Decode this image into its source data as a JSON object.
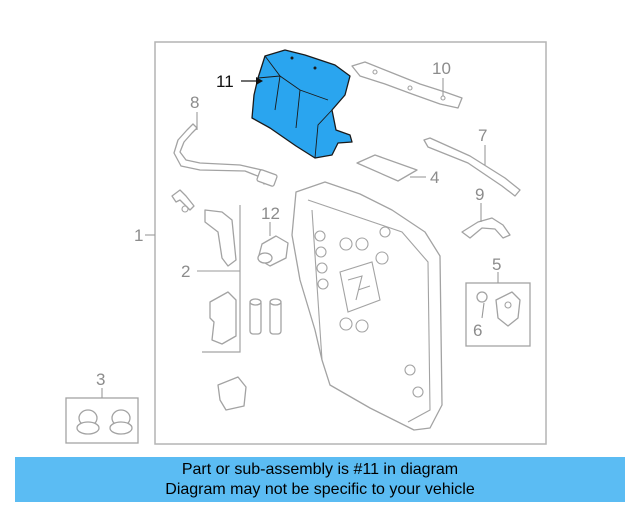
{
  "diagram": {
    "callouts": {
      "c1": "1",
      "c2": "2",
      "c3": "3",
      "c4": "4",
      "c5": "5",
      "c6": "6",
      "c7": "7",
      "c8": "8",
      "c9": "9",
      "c10": "10",
      "c11": "11",
      "c12": "12"
    },
    "highlighted_part": "11",
    "colors": {
      "highlight_fill": "#2aa5ef",
      "line_gray": "#a3a3a3",
      "banner_bg": "#5bbcf3"
    }
  },
  "banner": {
    "line1": "Part or sub-assembly is #11 in diagram",
    "line2": "Diagram may not be specific to your vehicle"
  }
}
